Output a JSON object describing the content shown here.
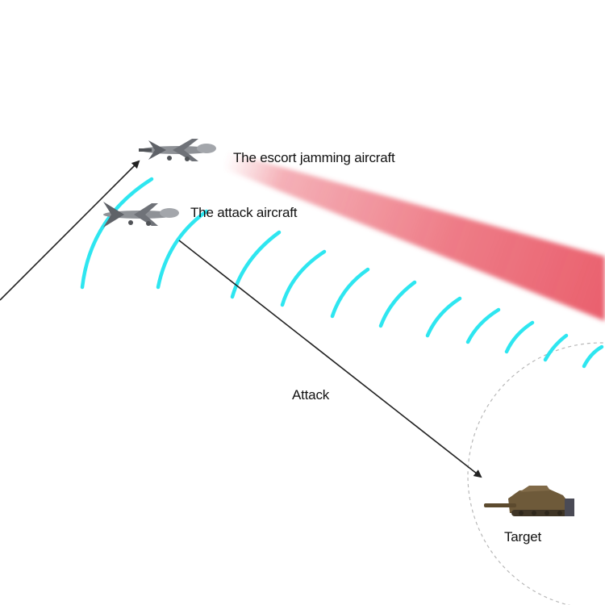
{
  "labels": {
    "escort_aircraft": "The escort jamming aircraft",
    "attack_aircraft": "The attack aircraft",
    "attack_arrow": "Attack",
    "target": "Target"
  },
  "colors": {
    "wave": "#2ee6f0",
    "jamming_beam": "#e8505f",
    "arrow": "#222222",
    "target_zone": "#b4b4b4",
    "aircraft_body": "#8e9196",
    "tank": "#6e5a3a"
  },
  "icons": {
    "escort": "uav-icon",
    "attack": "uav-icon",
    "target": "tank-icon"
  }
}
